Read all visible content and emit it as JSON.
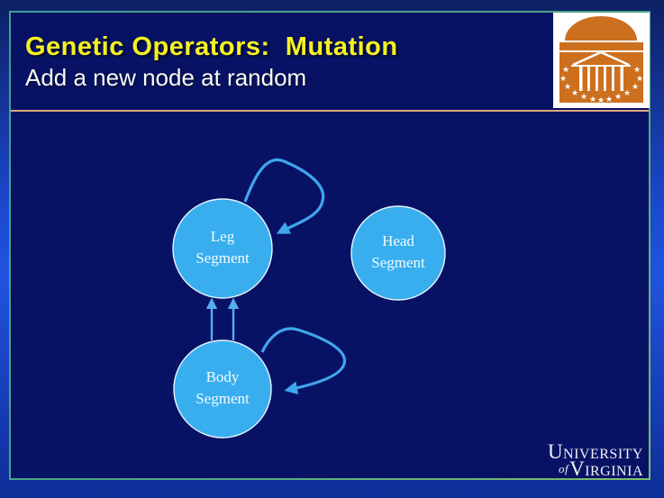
{
  "slide": {
    "title": "Genetic Operators:  Mutation",
    "subtitle": "Add a new node at random",
    "colors": {
      "title": "#f5f123",
      "subtitle": "#fafafa",
      "slide_background": "#081265",
      "outer_background": "#2153e0",
      "frame_border": "#4ba487",
      "header_rule": "#dfa87e",
      "node_fill": "#38aeef",
      "node_border": "#e8f4fc",
      "arrow": "#3fa6ec",
      "logo_orange": "#cc6f1f"
    }
  },
  "diagram": {
    "nodes": [
      {
        "id": "leg",
        "label_line1": "Leg",
        "label_line2": "Segment",
        "self_loop": true
      },
      {
        "id": "head",
        "label_line1": "Head",
        "label_line2": "Segment",
        "self_loop": false
      },
      {
        "id": "body",
        "label_line1": "Body",
        "label_line2": "Segment",
        "self_loop": true
      }
    ],
    "edges": [
      {
        "from": "body",
        "to": "leg",
        "style": "two-parallel-arrows-up"
      },
      {
        "from": "leg",
        "to": "leg",
        "style": "self-loop"
      },
      {
        "from": "body",
        "to": "body",
        "style": "self-loop"
      }
    ]
  },
  "footer": {
    "university": "University",
    "of": "of",
    "virginia": "Virginia"
  },
  "logo": {
    "icon": "uva-rotunda-logo"
  }
}
